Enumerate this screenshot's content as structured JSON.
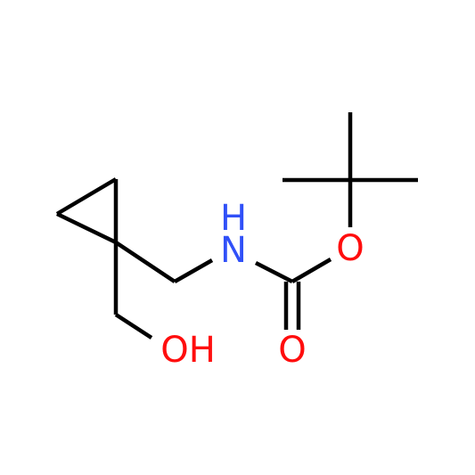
{
  "molecule": {
    "atoms": {
      "nitrogen": {
        "symbol": "N",
        "hydrogen": "H",
        "color": "#3050F8"
      },
      "ester_oxygen": {
        "symbol": "O",
        "color": "#FF0D0D"
      },
      "carbonyl_oxygen": {
        "symbol": "O",
        "color": "#FF0D0D"
      },
      "hydroxyl": {
        "symbol": "OH",
        "color": "#FF0D0D"
      }
    },
    "bond_color": "#000000"
  }
}
